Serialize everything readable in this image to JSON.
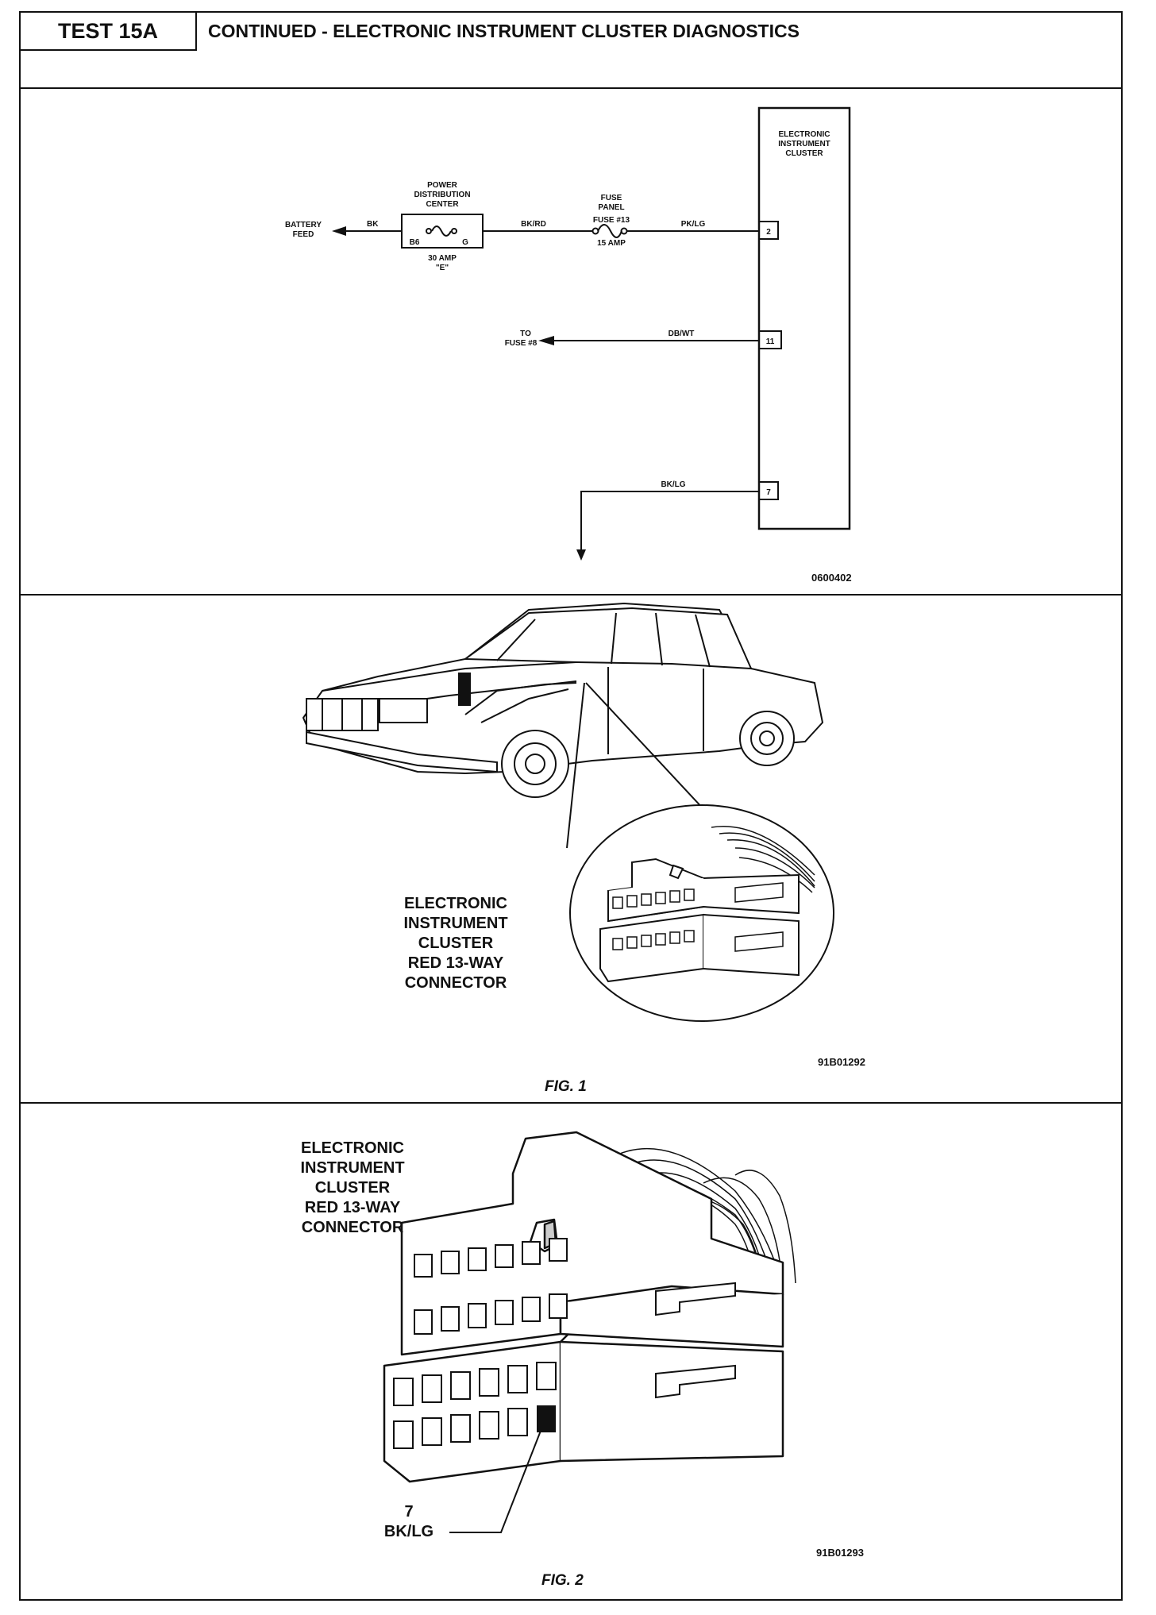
{
  "header": {
    "test_label": "TEST 15A",
    "title": "CONTINUED - ELECTRONIC INSTRUMENT CLUSTER DIAGNOSTICS"
  },
  "schematic": {
    "battery_label_1": "BATTERY",
    "battery_label_2": "FEED",
    "wire_bk": "BK",
    "pdc_label": [
      "POWER",
      "DISTRIBUTION",
      "CENTER"
    ],
    "pdc_terminal_left": "B6",
    "pdc_terminal_right": "G",
    "pdc_fuse_label_1": "30 AMP",
    "pdc_fuse_label_2": "\"E\"",
    "wire_bkrd": "BK/RD",
    "fuse_panel_label": [
      "FUSE",
      "PANEL"
    ],
    "fuse_label": "FUSE #13",
    "fuse_amp": "15 AMP",
    "wire_pklg": "PK/LG",
    "pin_top": "2",
    "to_fuse_1": "TO",
    "to_fuse_2": "FUSE #8",
    "wire_dbwt": "DB/WT",
    "pin_middle": "11",
    "wire_bklg": "BK/LG",
    "pin_bottom": "7",
    "cluster_label": [
      "ELECTRONIC",
      "INSTRUMENT",
      "CLUSTER"
    ],
    "code": "0600402"
  },
  "figure1": {
    "label_lines": [
      "ELECTRONIC",
      "INSTRUMENT",
      "CLUSTER",
      "RED 13-WAY",
      "CONNECTOR"
    ],
    "code": "91B01292",
    "caption": "FIG. 1"
  },
  "figure2": {
    "label_lines": [
      "ELECTRONIC",
      "INSTRUMENT",
      "CLUSTER",
      "RED 13-WAY",
      "CONNECTOR"
    ],
    "pin_number": "7",
    "pin_wire": "BK/LG",
    "code": "91B01293",
    "caption": "FIG. 2"
  }
}
